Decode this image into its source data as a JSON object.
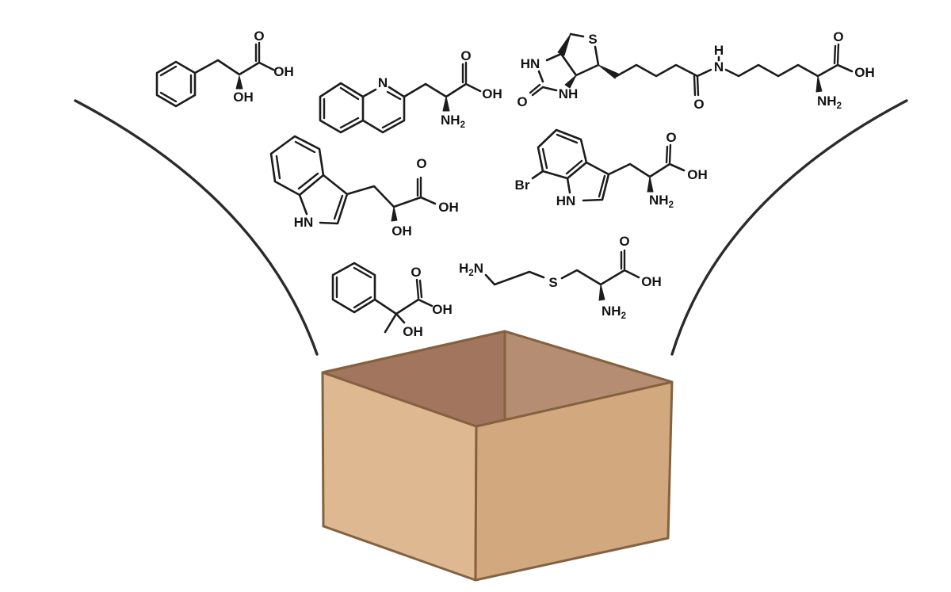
{
  "figure": {
    "molecule_labels": {
      "phenyllactic_acid": {
        "o": "O",
        "oh_acid": "OH",
        "oh_hydroxyl": "OH"
      },
      "quinolyl_alanine": {
        "n": "N",
        "o": "O",
        "oh": "OH",
        "nh2_main": "NH",
        "nh2_sub": "2"
      },
      "biocytin": {
        "hn": "HN",
        "o_urea": "O",
        "s": "S",
        "nh": "NH",
        "o_amide": "O",
        "h_amide": "H",
        "n_amide": "N",
        "o_acid": "O",
        "oh": "OH",
        "nh2_main": "NH",
        "nh2_sub": "2"
      },
      "indole_lactic_acid": {
        "hn": "HN",
        "o": "O",
        "oh_acid": "OH",
        "oh_hydroxyl": "OH"
      },
      "bromo_tryptophan": {
        "br": "Br",
        "hn": "HN",
        "o": "O",
        "oh": "OH",
        "nh2_main": "NH",
        "nh2_sub": "2"
      },
      "atrolactic_acid": {
        "o": "O",
        "oh_acid": "OH",
        "oh_hydroxyl": "OH"
      },
      "aminoethyl_cysteine": {
        "h2n_h": "H",
        "h2n_sub": "2",
        "h2n_n": "N",
        "s": "S",
        "o": "O",
        "oh": "OH",
        "nh2_main": "NH",
        "nh2_sub": "2"
      }
    },
    "colors": {
      "funnel_line": "#2b2b2b",
      "box_outline": "#84613f",
      "box_front_left": "#ddb890",
      "box_front_right": "#d2a87e",
      "box_interior_left": "#a2765e",
      "box_interior_right": "#b58d72"
    }
  }
}
